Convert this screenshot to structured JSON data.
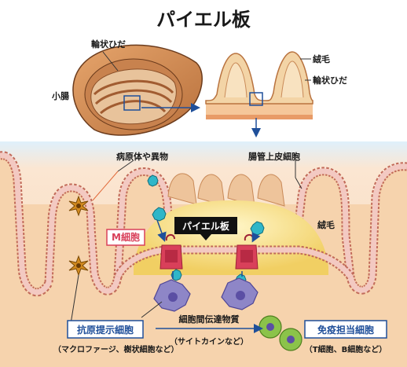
{
  "title": "パイエル板",
  "labels": {
    "small_intestine": "小腸",
    "circular_fold_top": "輪状ひだ",
    "villus_top": "絨毛",
    "circular_fold_right": "輪状ひだ",
    "pathogen": "病原体や異物",
    "epithelial_cell": "腸管上皮細胞",
    "villus_main": "絨毛",
    "peyer_patch": "パイエル板",
    "m_cell": "M細胞",
    "signal_substance": "細胞間伝達物質",
    "signal_substance_note": "（サイトカインなど）",
    "apc": "抗原提示細胞",
    "apc_note": "（マクロファージ、樹状細胞など）",
    "immune_cells": "免疫担当細胞",
    "immune_cells_note": "（T細胞、B細胞など）"
  },
  "colors": {
    "background_band": "#fbe6d2",
    "tissue": "#f2ce9c",
    "epithelium": "#f3c9c2",
    "epithelium_edge": "#c26b5a",
    "peyer_patch": "#f6e08a",
    "m_cell": "#d9405a",
    "pathogen": "#2fb6c8",
    "apc": "#8e86c7",
    "immune_cell": "#8bc34a",
    "arrow": "#1f4f9a",
    "label_box": "#1f4f9a"
  }
}
